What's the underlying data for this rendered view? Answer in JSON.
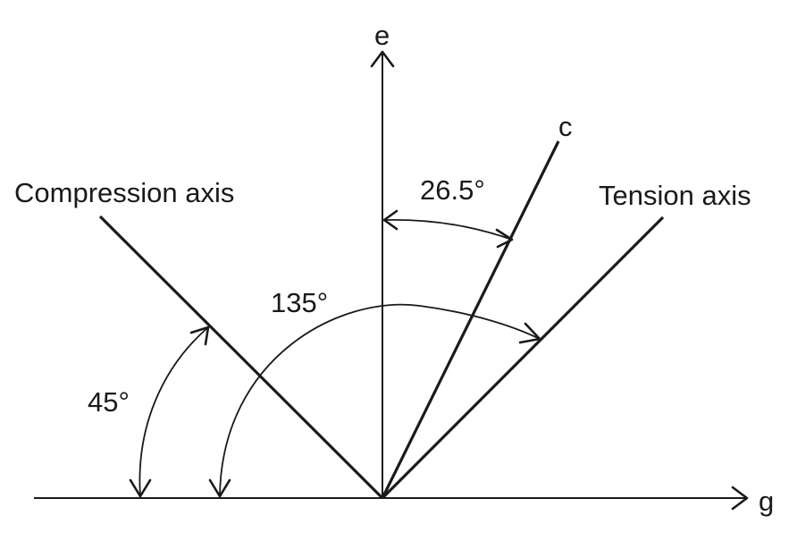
{
  "diagram": {
    "labels": {
      "e_axis": "e",
      "g_axis": "g",
      "c_axis": "c",
      "compression_axis": "Compression axis",
      "tension_axis": "Tension axis"
    },
    "angles": {
      "c_from_e": {
        "text": "26.5°",
        "value_deg": 26.5
      },
      "compression_from_g": {
        "text": "45°",
        "value_deg": 45
      },
      "tension_from_g_neg": {
        "text": "135°",
        "value_deg": 135
      }
    },
    "colors": {
      "ink": "#1a1a1a",
      "background": "#ffffff"
    }
  }
}
